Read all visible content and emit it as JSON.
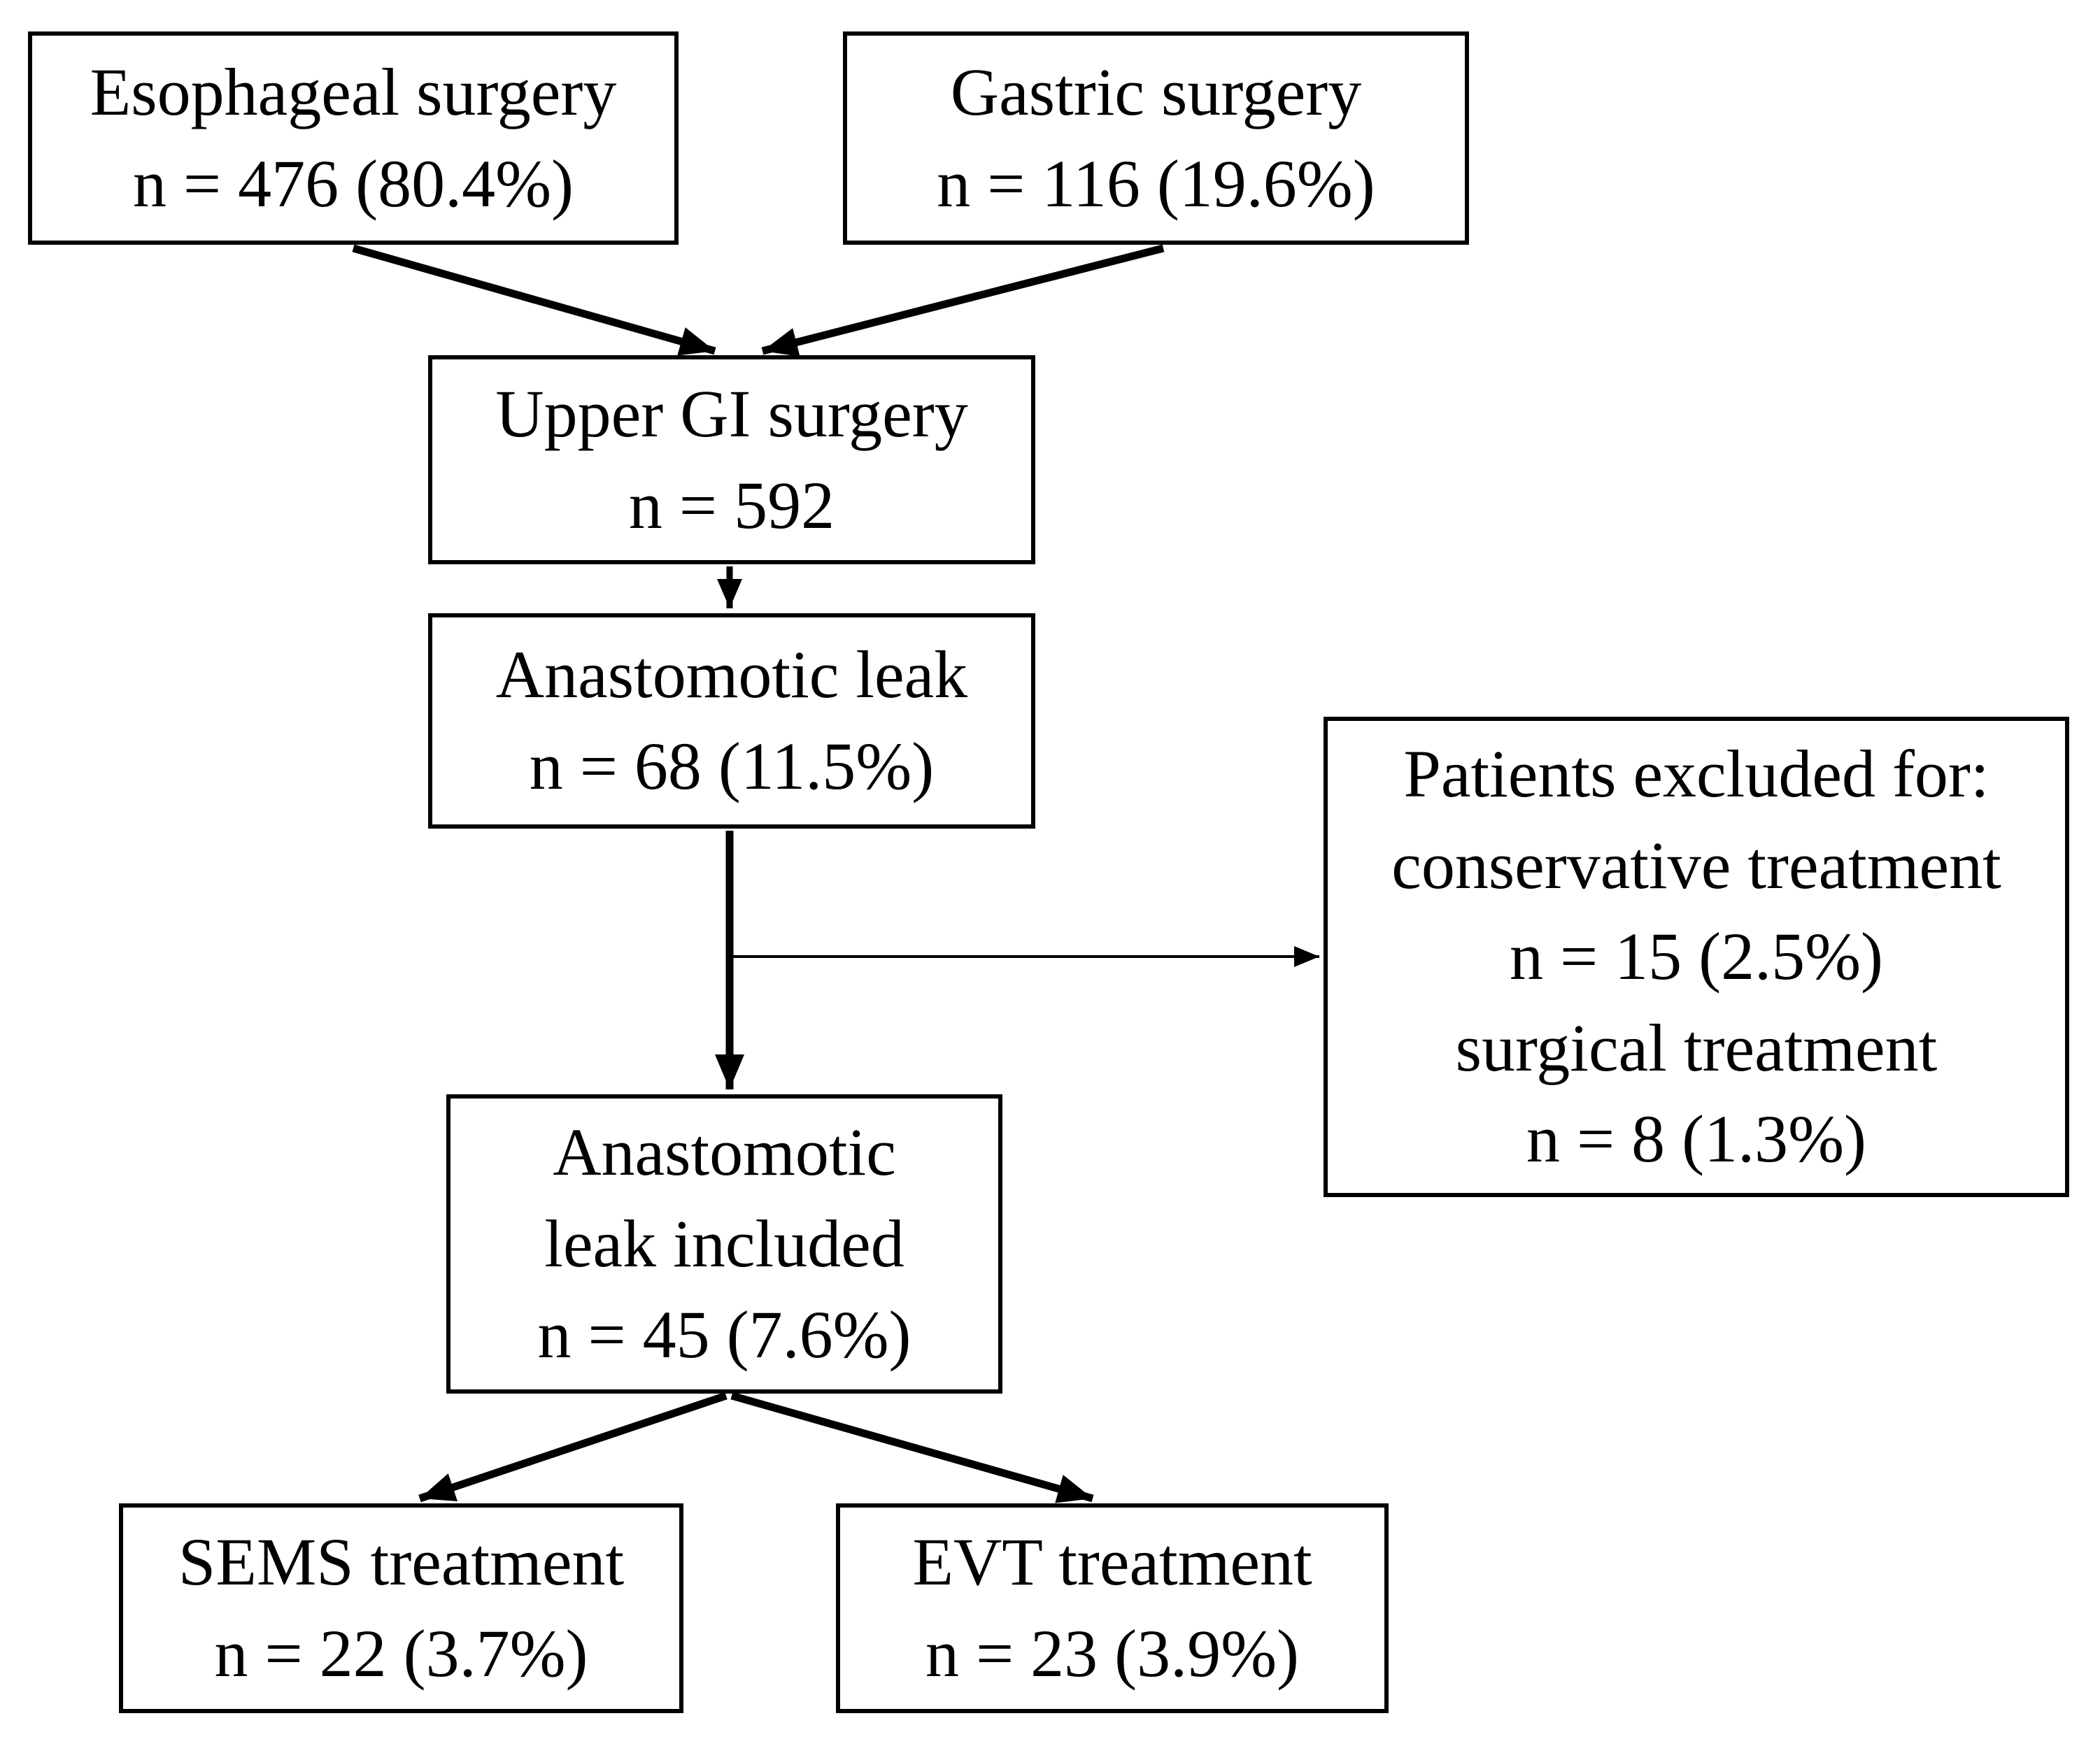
{
  "diagram": {
    "type": "patient-flowchart",
    "colors": {
      "background": "#ffffff",
      "line": "#000000",
      "text": "#000000"
    },
    "nodes": {
      "esophageal": {
        "lines": [
          "Esophageal surgery",
          "n = 476 (80.4%)"
        ]
      },
      "gastric": {
        "lines": [
          "Gastric surgery",
          "n = 116 (19.6%)"
        ]
      },
      "upper_gi": {
        "lines": [
          "Upper GI surgery",
          "n = 592"
        ]
      },
      "anastomotic_leak": {
        "lines": [
          "Anastomotic leak",
          "n = 68 (11.5%)"
        ]
      },
      "excluded": {
        "lines": [
          "Patients excluded for:",
          "conservative treatment",
          "n = 15 (2.5%)",
          "surgical treatment",
          "n = 8 (1.3%)"
        ]
      },
      "leak_included": {
        "lines": [
          "Anastomotic",
          "leak included",
          "n = 45 (7.6%)"
        ]
      },
      "sems": {
        "lines": [
          "SEMS treatment",
          "n = 22 (3.7%)"
        ]
      },
      "evt": {
        "lines": [
          "EVT treatment",
          "n = 23 (3.9%)"
        ]
      }
    },
    "edges": [
      {
        "from": "esophageal",
        "to": "upper_gi"
      },
      {
        "from": "gastric",
        "to": "upper_gi"
      },
      {
        "from": "upper_gi",
        "to": "anastomotic_leak"
      },
      {
        "from": "anastomotic_leak",
        "to": "leak_included"
      },
      {
        "from": "anastomotic_leak",
        "to": "excluded"
      },
      {
        "from": "leak_included",
        "to": "sems"
      },
      {
        "from": "leak_included",
        "to": "evt"
      }
    ]
  }
}
